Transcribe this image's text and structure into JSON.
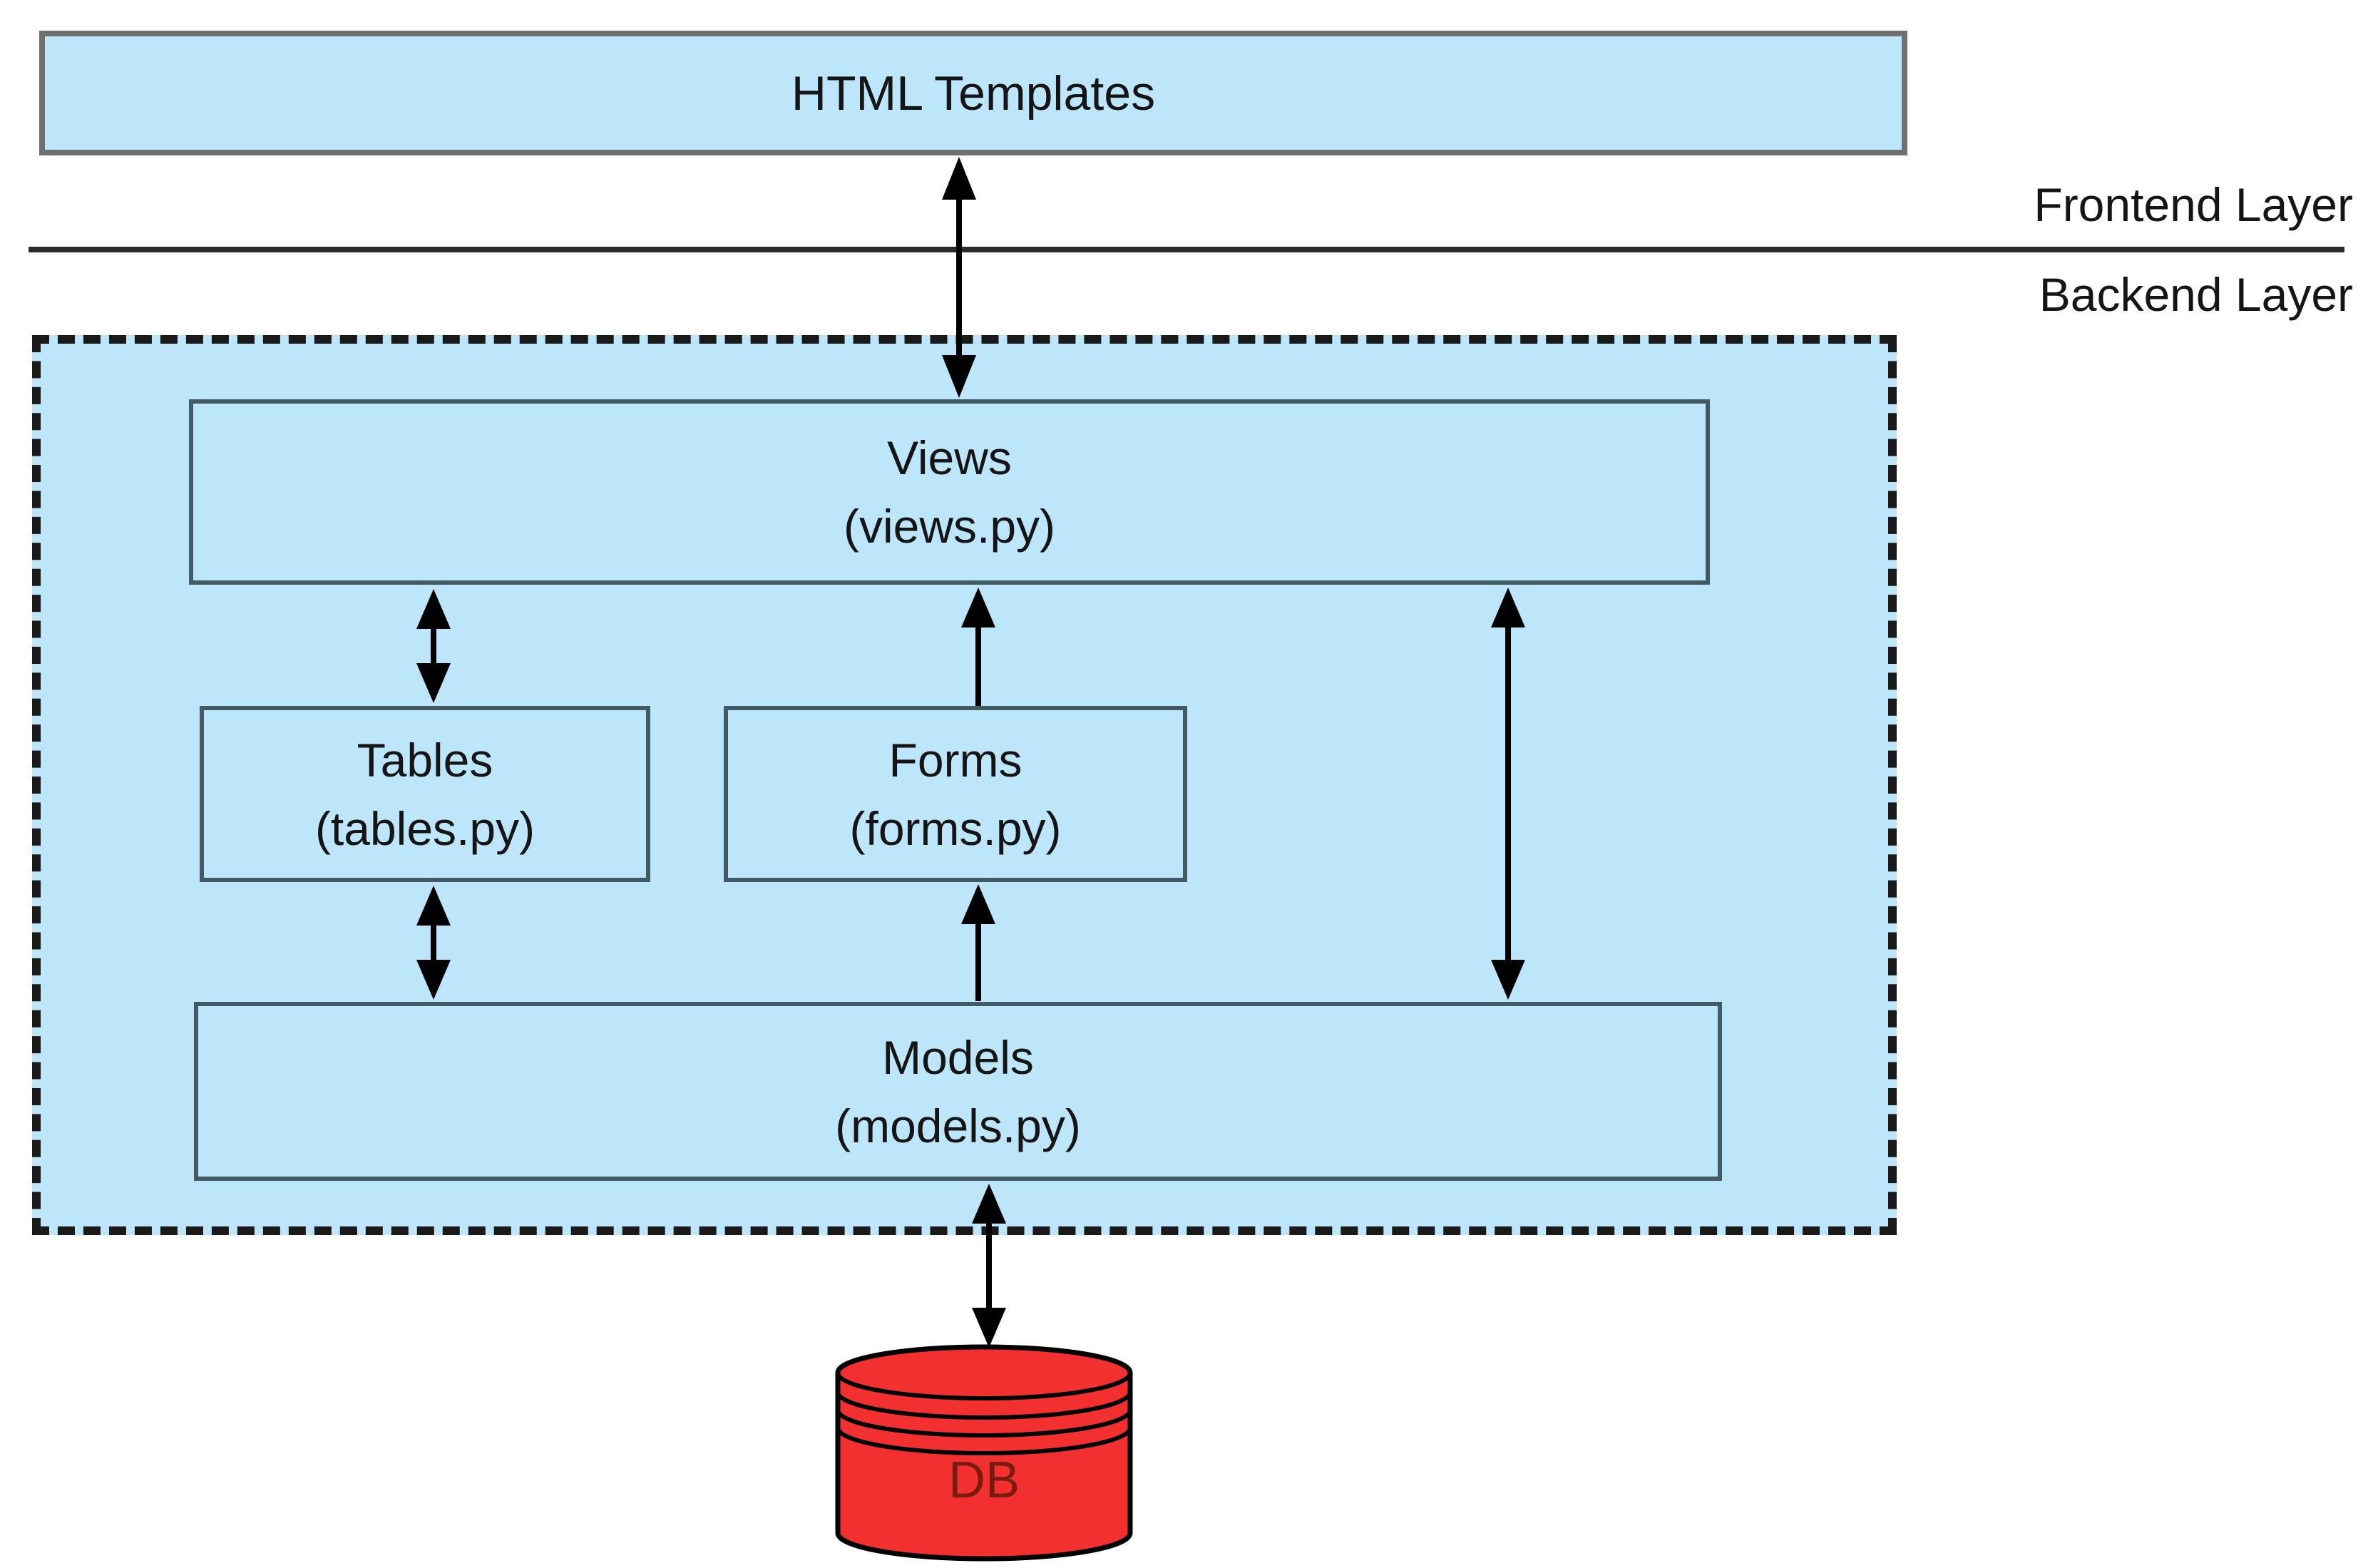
{
  "frontend": {
    "html_templates_label": "HTML Templates"
  },
  "labels": {
    "frontend_layer": "Frontend Layer",
    "backend_layer": "Backend Layer"
  },
  "backend": {
    "views": {
      "title": "Views",
      "file": "(views.py)"
    },
    "tables": {
      "title": "Tables",
      "file": "(tables.py)"
    },
    "forms": {
      "title": "Forms",
      "file": "(forms.py)"
    },
    "models": {
      "title": "Models",
      "file": "(models.py)"
    }
  },
  "database": {
    "label": "DB"
  },
  "colors": {
    "box_fill": "#BDE6FA",
    "box_border": "#415A64",
    "outer_border": "#707070",
    "dashed_border": "#1A1A1A",
    "divider": "#2B2B2B",
    "arrow": "#000000",
    "db_fill": "#F23030",
    "db_text": "#7A1A10"
  }
}
